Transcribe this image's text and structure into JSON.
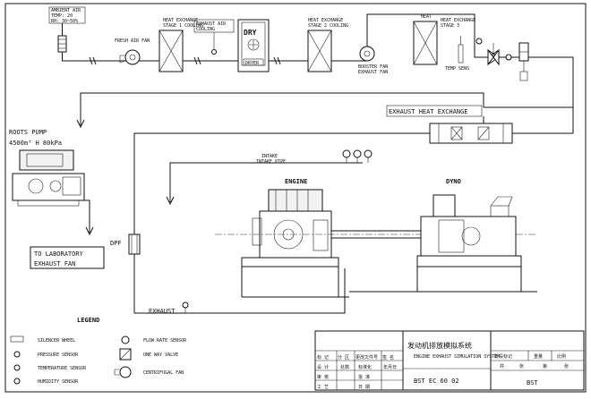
{
  "labels": {
    "ambient_air": [
      "AMBIENT AIR",
      "TEMP: 20",
      "RH: 30~50%"
    ],
    "fresh_air_fan": "FRESH AIR FAN",
    "heat_exchange_stage1_cooling": [
      "HEAT EXCHANGE",
      "STAGE 1 COOLING"
    ],
    "exhaust_air_cooling": [
      "EXHAUST AIR",
      "COOLING"
    ],
    "dry": "DRY",
    "dryer_subtext": "DRYER",
    "heat_exchange_stage2_cooling": [
      "HEAT EXCHANGE",
      "STAGE 2 COOLING"
    ],
    "booster_fan": [
      "BOOSTER FAN",
      "EXHAUST FAN"
    ],
    "heater": [
      "HEAT EXCHANGE",
      "STAGE 3",
      "HEAT"
    ],
    "temp_sensor": "TEMP SENS",
    "exhaust_heat_exchange": "EXHAUST HEAT EXCHANGE",
    "roots_pump": [
      "ROOTS PUMP",
      "4500m³ H  80kPa"
    ],
    "to_laboratory": [
      "TO LABORATORY",
      "EXHAUST FAN"
    ],
    "intake_pipe": [
      "INTAKE",
      "INTAKE PIPE"
    ],
    "engine": "ENGINE",
    "dyno": "DYNO",
    "dpf": "DPF",
    "exhaust": "EXHAUST",
    "legend_title": "LEGEND"
  },
  "legend": {
    "left": [
      "SILENCER WHEEL",
      "PRESSURE SENSOR",
      "TEMPERATURE SENSOR",
      "HUMIDITY SENSOR"
    ],
    "middle": [
      "FLOW RATE SENSOR",
      "ONE WAY VALVE",
      "CENTRIFUGAL FAN"
    ]
  },
  "title_block": {
    "title_cn": "发动机排放模拟系统",
    "title_en": "ENGINE EXHAUST SIMULATION SYSTEM",
    "drawing_no": "BST EC 60 02",
    "company": "BST",
    "rows_left": [
      "标 记",
      "设 计",
      "审 核",
      "工 艺"
    ],
    "rows_mid": [
      "处数",
      "标准化",
      "批 准",
      "日 期"
    ],
    "header_cells": [
      "分 区",
      "更改文件号",
      "签 名",
      "年月日"
    ],
    "right_header": [
      "阶段标记",
      "重量",
      "比例"
    ],
    "right_row": [
      "共",
      "张",
      "第",
      "张"
    ]
  }
}
